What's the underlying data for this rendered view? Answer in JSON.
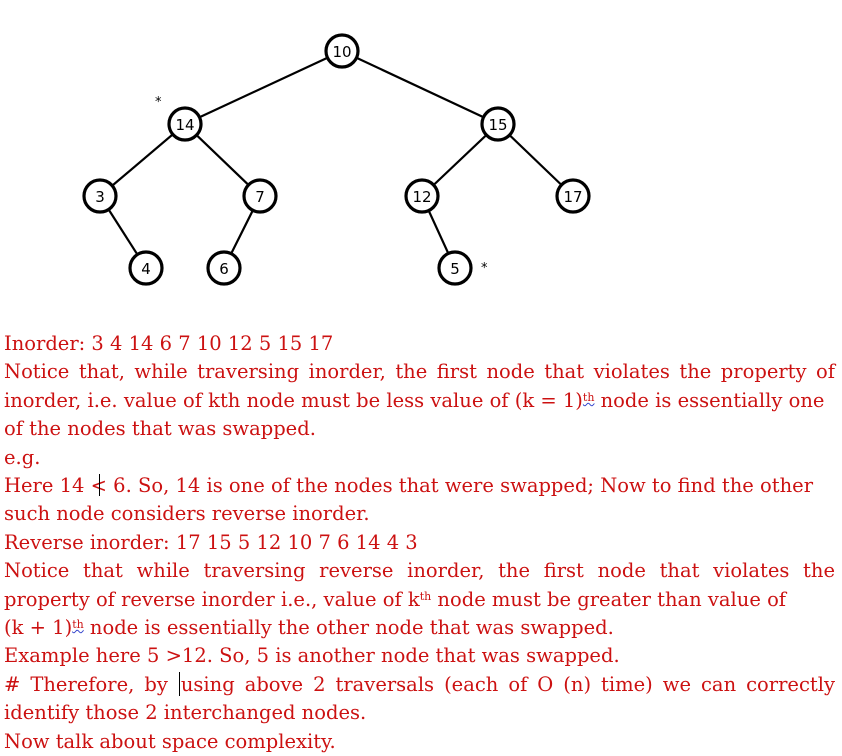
{
  "tree": {
    "nodes": [
      {
        "id": "n10",
        "label": "10"
      },
      {
        "id": "n14",
        "label": "14",
        "marked": true
      },
      {
        "id": "n15",
        "label": "15"
      },
      {
        "id": "n3",
        "label": "3"
      },
      {
        "id": "n7",
        "label": "7"
      },
      {
        "id": "n12",
        "label": "12"
      },
      {
        "id": "n17",
        "label": "17"
      },
      {
        "id": "n4",
        "label": "4"
      },
      {
        "id": "n6",
        "label": "6"
      },
      {
        "id": "n5",
        "label": "5",
        "marked": true
      }
    ],
    "edges": [
      [
        "n10",
        "n14"
      ],
      [
        "n10",
        "n15"
      ],
      [
        "n14",
        "n3"
      ],
      [
        "n14",
        "n7"
      ],
      [
        "n15",
        "n12"
      ],
      [
        "n15",
        "n17"
      ],
      [
        "n3",
        "n4"
      ],
      [
        "n7",
        "n6"
      ],
      [
        "n12",
        "n5"
      ]
    ],
    "marker": "*"
  },
  "notes": {
    "l1": "Inorder: 3  4  14  6  7  10  12  5  15  17",
    "l2": "Notice that, while traversing inorder, the first node that violates the property of",
    "l3a": "inorder, i.e. value of kth node must be less value of (k = 1)",
    "l3sup": "th",
    "l3b": " node is essentially one",
    "l4": "of the nodes that was swapped.",
    "l5": "e.g.",
    "l6a": "Here 14 ",
    "l6sym": "<",
    "l6b": " 6. So, 14 is one of the nodes that were swapped; Now to find the other",
    "l7": "such node considers reverse inorder.",
    "l8": "Reverse inorder: 17 15 5 12 10 7 6 14 4 3",
    "l9": "Notice that while traversing reverse inorder, the first node that violates the",
    "l10a": "property of reverse inorder i.e., value of k",
    "l10sup": "th",
    "l10b": " node must be greater than value of",
    "l11a": "(k + 1)",
    "l11sup": "th",
    "l11b": " node is essentially the other node that was swapped.",
    "l12": "Example here 5 >12. So, 5 is another node that was swapped.",
    "l13a": "# Therefore, by ",
    "l13b": "using above 2 traversals (each of O (n) time) we can correctly",
    "l14": "identify those 2 interchanged nodes.",
    "l15": "Now talk about space complexity."
  }
}
